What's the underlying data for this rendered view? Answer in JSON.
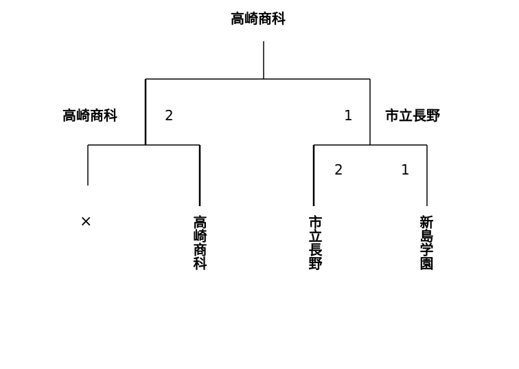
{
  "champion": "高崎商科",
  "final": {
    "left": {
      "name": "高崎商科",
      "score": "2"
    },
    "right": {
      "name": "市立長野",
      "score": "1"
    }
  },
  "semifinal_right": {
    "left_score": "2",
    "right_score": "1"
  },
  "entries": [
    {
      "name": "×"
    },
    {
      "name": "高崎商科"
    },
    {
      "name": "市立長野"
    },
    {
      "name": "新島学園"
    }
  ],
  "colors": {
    "line": "#000000",
    "background": "#ffffff"
  }
}
